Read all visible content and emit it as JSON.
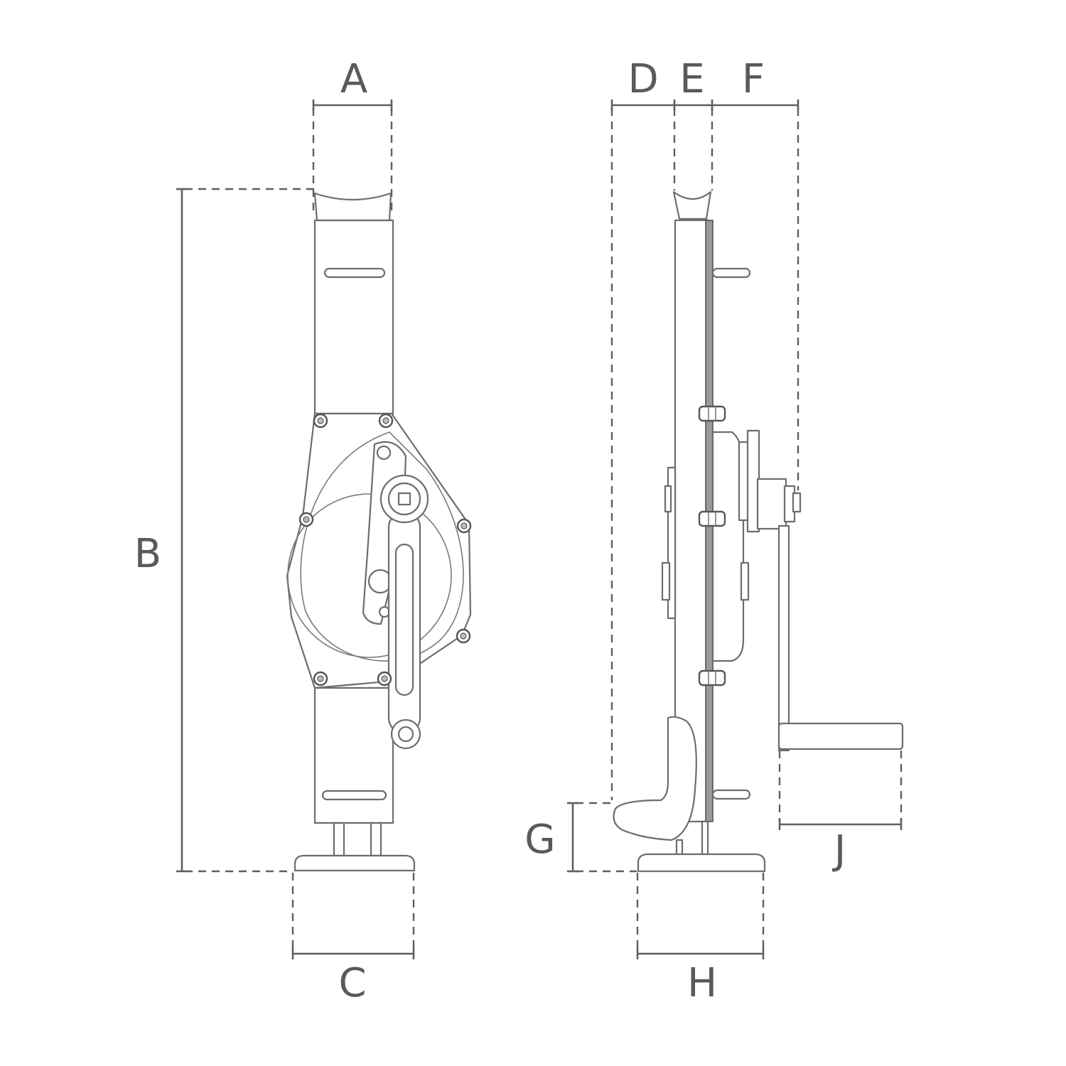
{
  "diagram": {
    "dimension_labels": {
      "a": "A",
      "b": "B",
      "c": "C",
      "d": "D",
      "e": "E",
      "f": "F",
      "g": "G",
      "h": "H",
      "j": "J"
    },
    "colors": {
      "line": "#6d6d6d",
      "dimension": "#5f5f5f",
      "label": "#5a5a5a",
      "background": "#ffffff"
    }
  }
}
